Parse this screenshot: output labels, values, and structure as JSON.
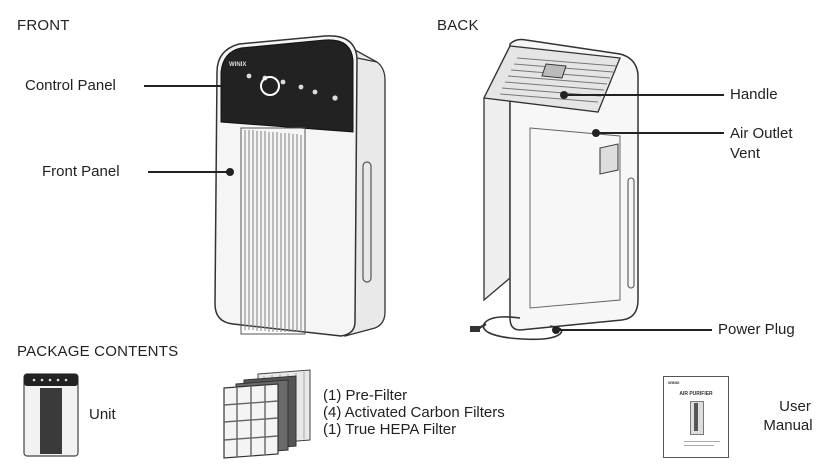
{
  "sections": {
    "front": "FRONT",
    "back": "BACK",
    "package_contents": "PACKAGE CONTENTS"
  },
  "callouts": {
    "control_panel": "Control Panel",
    "front_panel": "Front Panel",
    "handle": "Handle",
    "air_outlet_vent_line1": "Air Outlet",
    "air_outlet_vent_line2": "Vent",
    "power_plug": "Power Plug"
  },
  "contents": {
    "unit": "Unit",
    "filters": [
      "(1) Pre-Filter",
      "(4) Activated Carbon Filters",
      "(1) True HEPA Filter"
    ],
    "manual_line1": "User",
    "manual_line2": "Manual",
    "manual_title": "AIR PURIFIER",
    "brand": "WINIX"
  },
  "colors": {
    "line": "#222222",
    "panel_dark": "#1e1e1e",
    "body_light": "#f2f2f2"
  }
}
